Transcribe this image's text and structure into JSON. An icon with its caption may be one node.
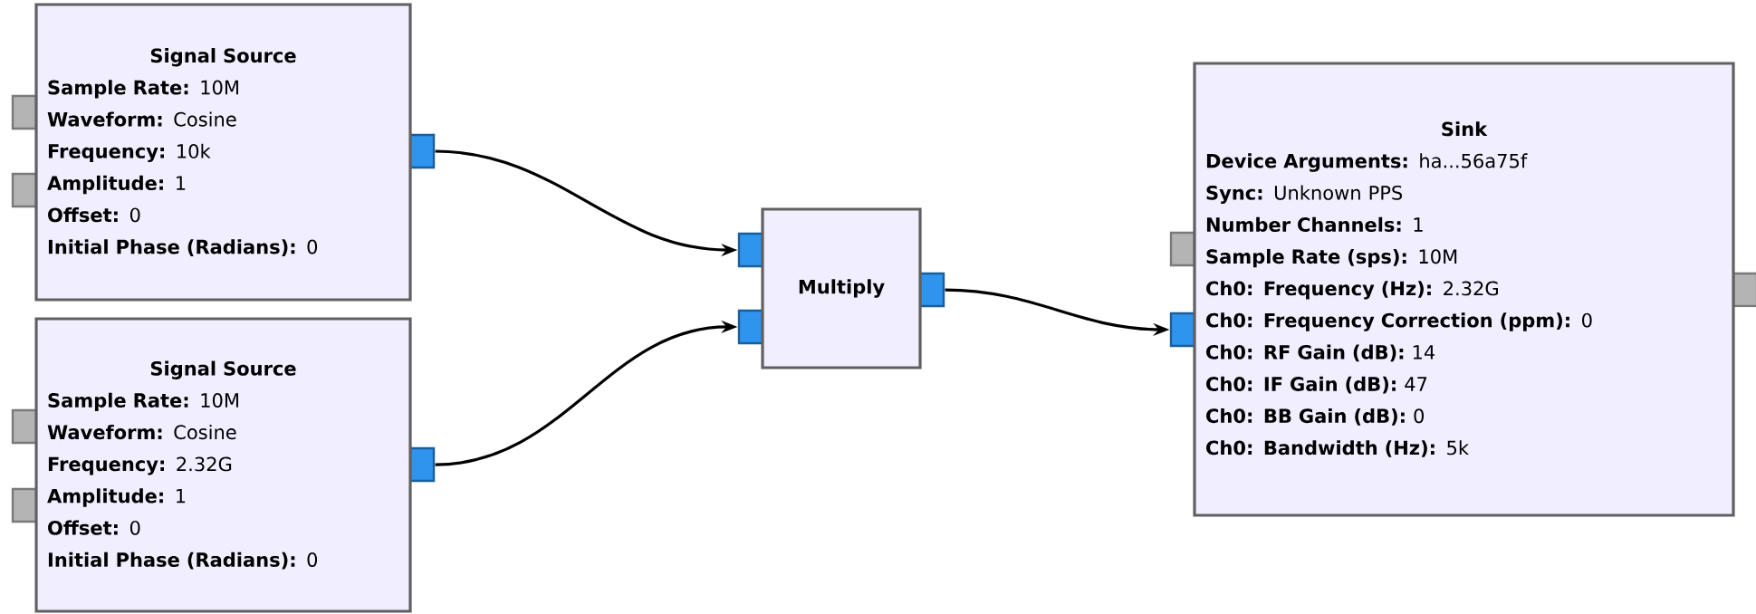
{
  "diagram": {
    "nodes": [
      {
        "text": [
          "Signal Source",
          "**Sample Rate:** 10M",
          "**Waveform:** Cosine",
          "**Frequency:** 10k",
          "**Amplitude:** 1",
          "**Offset:** 0",
          "**Initial Phase (Radians):** 0"
        ]
      },
      {
        "text": [
          "Signal Source",
          "**Sample Rate:** 10M",
          "**Waveform:** Cosine",
          "**Frequency:** 2.32G",
          "**Amplitude:** 1",
          "**Offset:** 0",
          "**Initial Phase (Radians):** 0"
        ]
      },
      {
        "text": [
          "Multiply"
        ]
      },
      {
        "text": [
          "Sink",
          "**Device Arguments:** ha...56a75f",
          "**Sync:** Unknown PPS",
          "**Number Channels:** 1",
          "**Sample Rate (sps):** 10M",
          "**Ch0: Frequency (Hz):** 2.32G",
          "**Ch0: Frequency Correction (ppm):** 0",
          "**Ch0: RF Gain (dB):** 14",
          "**Ch0: IF Gain (dB):** 47",
          "**Ch0: BB Gain (dB):** 0",
          "**Ch0: Bandwidth (Hz):** 5k"
        ]
      }
    ],
    "edges": [
      {
        "from": 0,
        "to": 2,
        "arrow": "to"
      },
      {
        "from": 1,
        "to": 2,
        "arrow": "to"
      },
      {
        "from": 2,
        "to": 3,
        "arrow": "to"
      }
    ]
  }
}
